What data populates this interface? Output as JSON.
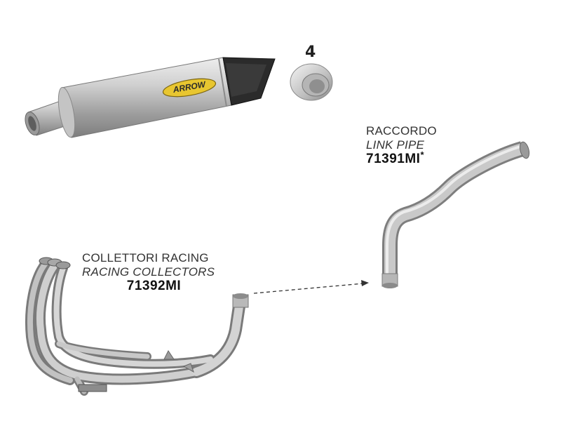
{
  "endcap": {
    "number": "4"
  },
  "muffler": {
    "brand_text": "ARROW",
    "brand_colors": {
      "badge": "#e8c630",
      "text": "#2a2a2a"
    }
  },
  "link_pipe": {
    "label_it": "RACCORDO",
    "label_en": "LINK PIPE",
    "code": "71391MI",
    "code_mark": "*"
  },
  "collectors": {
    "label_it": "COLLETTORI RACING",
    "label_en": "RACING COLLECTORS",
    "code": "71392MI"
  },
  "colors": {
    "titanium_light": "#d8d8d8",
    "titanium_mid": "#a9a9a9",
    "titanium_dark": "#7a7a7a",
    "carbon": "#2b2b2b",
    "arrow_line": "#333333"
  }
}
